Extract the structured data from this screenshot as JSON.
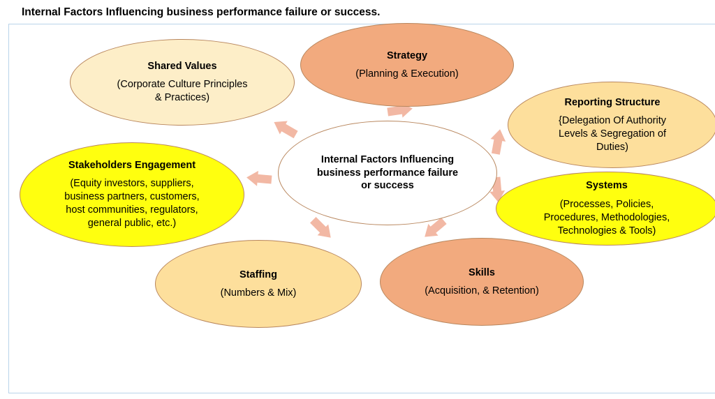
{
  "page": {
    "title": "Internal Factors Influencing business performance failure or success."
  },
  "diagram": {
    "center": {
      "title": "Internal Factors Influencing\nbusiness performance failure\nor success",
      "fill": "#ffffff"
    },
    "factors": {
      "shared_values": {
        "title": "Shared Values",
        "detail": "(Corporate Culture Principles\n& Practices)",
        "fill": "#fdeec8"
      },
      "strategy": {
        "title": "Strategy",
        "detail": "(Planning & Execution)",
        "fill": "#f2aa7e"
      },
      "reporting_structure": {
        "title": "Reporting Structure",
        "detail": "{Delegation Of  Authority\nLevels  &  Segregation of\nDuties)",
        "fill": "#fddf9c"
      },
      "systems": {
        "title": "Systems",
        "detail": "(Processes, Policies,\nProcedures, Methodologies,\nTechnologies &  Tools)",
        "fill": "#ffff0f"
      },
      "skills": {
        "title": "Skills",
        "detail": "(Acquisition,  & Retention)",
        "fill": "#f2aa7e"
      },
      "staffing": {
        "title": "Staffing",
        "detail": "(Numbers & Mix)",
        "fill": "#fddf9c"
      },
      "stakeholders_engagement": {
        "title": "Stakeholders Engagement",
        "detail": "(Equity investors, suppliers,\nbusiness partners, customers,\nhost communities, regulators,\ngeneral public, etc.)",
        "fill": "#ffff0f"
      }
    },
    "arrow_color": "#f2b8a4"
  }
}
